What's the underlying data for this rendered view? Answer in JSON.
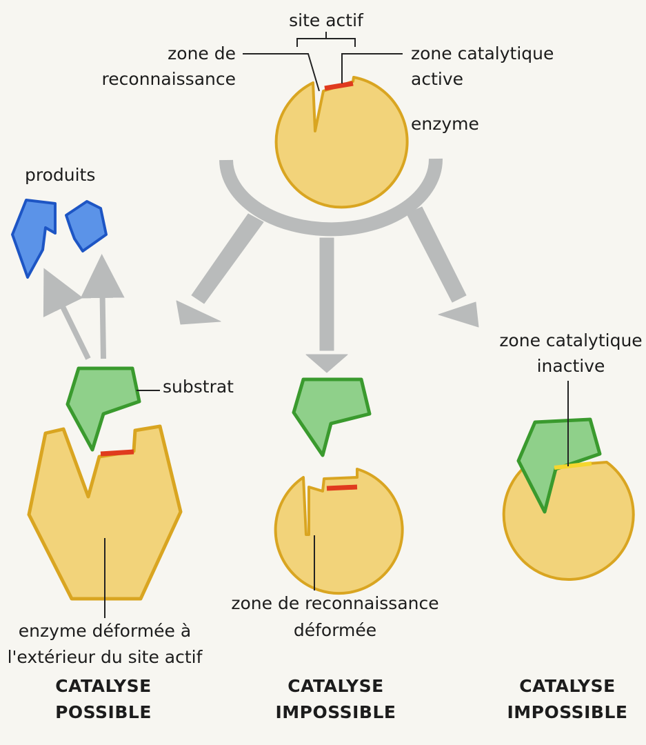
{
  "labels": {
    "site_actif": "site actif",
    "zone_reco_1": "zone de",
    "zone_reco_2": "reconnaissance",
    "zone_cat_1": "zone catalytique",
    "zone_cat_2": "active",
    "enzyme": "enzyme",
    "produits": "produits",
    "substrat": "substrat",
    "zone_cat_inactive_1": "zone catalytique",
    "zone_cat_inactive_2": "inactive",
    "zone_reco_def_1": "zone de reconnaissance",
    "zone_reco_def_2": "déformée",
    "enzyme_def_1": "enzyme déformée à",
    "enzyme_def_2": "l'extérieur du site actif"
  },
  "outcomes": {
    "left_1": "CATALYSE",
    "left_2": "POSSIBLE",
    "middle_1": "CATALYSE",
    "middle_2": "IMPOSSIBLE",
    "right_1": "CATALYSE",
    "right_2": "IMPOSSIBLE"
  },
  "colors": {
    "enzyme_fill": "#f2d37a",
    "enzyme_edge": "#d9a521",
    "active_zone": "#e03a1e",
    "inactive_zone": "#f5d62e",
    "substrate_fill": "#8fd08a",
    "substrate_edge": "#3a9a2e",
    "product_fill": "#5b93e8",
    "product_edge": "#1d55c4",
    "arrow": "#b9bbbb",
    "text": "#1c1c1c"
  }
}
